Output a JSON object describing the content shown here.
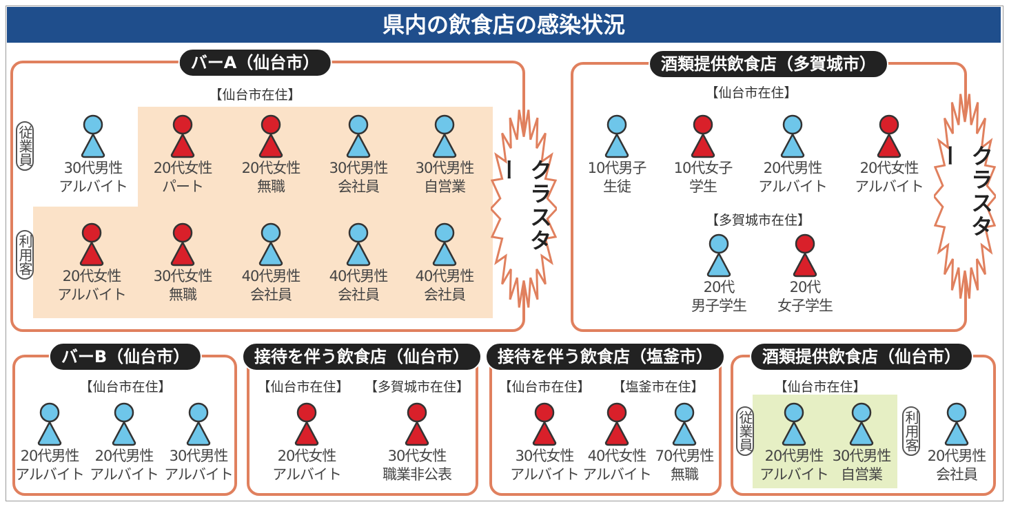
{
  "title": "県内の飲食店の感染状況",
  "colors": {
    "male": "#6ec6ea",
    "female": "#d9202a",
    "header": "#1f4e8c",
    "frame": "#e0805e",
    "highlight_orange": "#fbe2c8",
    "highlight_green": "#e6efc4"
  },
  "cluster_label": "クラスター",
  "side_labels": {
    "staff": "従業員",
    "customer": "利用客"
  },
  "panels": [
    {
      "title": "バーA（仙台市）",
      "groups": [
        "【仙台市在住】"
      ],
      "people": [
        {
          "gender": "male",
          "line1": "30代男性",
          "line2": "アルバイト"
        },
        {
          "gender": "female",
          "line1": "20代女性",
          "line2": "パート"
        },
        {
          "gender": "female",
          "line1": "20代女性",
          "line2": "無職"
        },
        {
          "gender": "male",
          "line1": "30代男性",
          "line2": "会社員"
        },
        {
          "gender": "male",
          "line1": "30代男性",
          "line2": "自営業"
        },
        {
          "gender": "female",
          "line1": "20代女性",
          "line2": "アルバイト"
        },
        {
          "gender": "female",
          "line1": "30代女性",
          "line2": "無職"
        },
        {
          "gender": "male",
          "line1": "40代男性",
          "line2": "会社員"
        },
        {
          "gender": "male",
          "line1": "40代男性",
          "line2": "会社員"
        },
        {
          "gender": "male",
          "line1": "40代男性",
          "line2": "会社員"
        }
      ]
    },
    {
      "title": "酒類提供飲食店（多賀城市）",
      "groups": [
        "【仙台市在住】",
        "【多賀城市在住】"
      ],
      "people": [
        {
          "gender": "male",
          "line1": "10代男子",
          "line2": "生徒"
        },
        {
          "gender": "female",
          "line1": "10代女子",
          "line2": "学生"
        },
        {
          "gender": "male",
          "line1": "20代男性",
          "line2": "アルバイト"
        },
        {
          "gender": "female",
          "line1": "20代女性",
          "line2": "アルバイト"
        },
        {
          "gender": "male",
          "line1": "20代",
          "line2": "男子学生"
        },
        {
          "gender": "female",
          "line1": "20代",
          "line2": "女子学生"
        }
      ]
    },
    {
      "title": "バーB（仙台市）",
      "groups": [
        "【仙台市在住】"
      ],
      "people": [
        {
          "gender": "male",
          "line1": "20代男性",
          "line2": "アルバイト"
        },
        {
          "gender": "male",
          "line1": "20代男性",
          "line2": "アルバイト"
        },
        {
          "gender": "male",
          "line1": "30代男性",
          "line2": "アルバイト"
        }
      ]
    },
    {
      "title": "接待を伴う飲食店（仙台市）",
      "groups": [
        "【仙台市在住】",
        "【多賀城市在住】"
      ],
      "people": [
        {
          "gender": "female",
          "line1": "20代女性",
          "line2": "アルバイト"
        },
        {
          "gender": "female",
          "line1": "30代女性",
          "line2": "職業非公表"
        }
      ]
    },
    {
      "title": "接待を伴う飲食店（塩釜市）",
      "groups": [
        "【仙台市在住】",
        "【塩釜市在住】"
      ],
      "people": [
        {
          "gender": "female",
          "line1": "30代女性",
          "line2": "アルバイト"
        },
        {
          "gender": "female",
          "line1": "40代女性",
          "line2": "アルバイト"
        },
        {
          "gender": "male",
          "line1": "70代男性",
          "line2": "無職"
        }
      ]
    },
    {
      "title": "酒類提供飲食店（仙台市）",
      "groups": [
        "【仙台市在住】"
      ],
      "people": [
        {
          "gender": "male",
          "line1": "20代男性",
          "line2": "アルバイト"
        },
        {
          "gender": "male",
          "line1": "30代男性",
          "line2": "自営業"
        },
        {
          "gender": "male",
          "line1": "20代男性",
          "line2": "会社員"
        }
      ]
    }
  ]
}
